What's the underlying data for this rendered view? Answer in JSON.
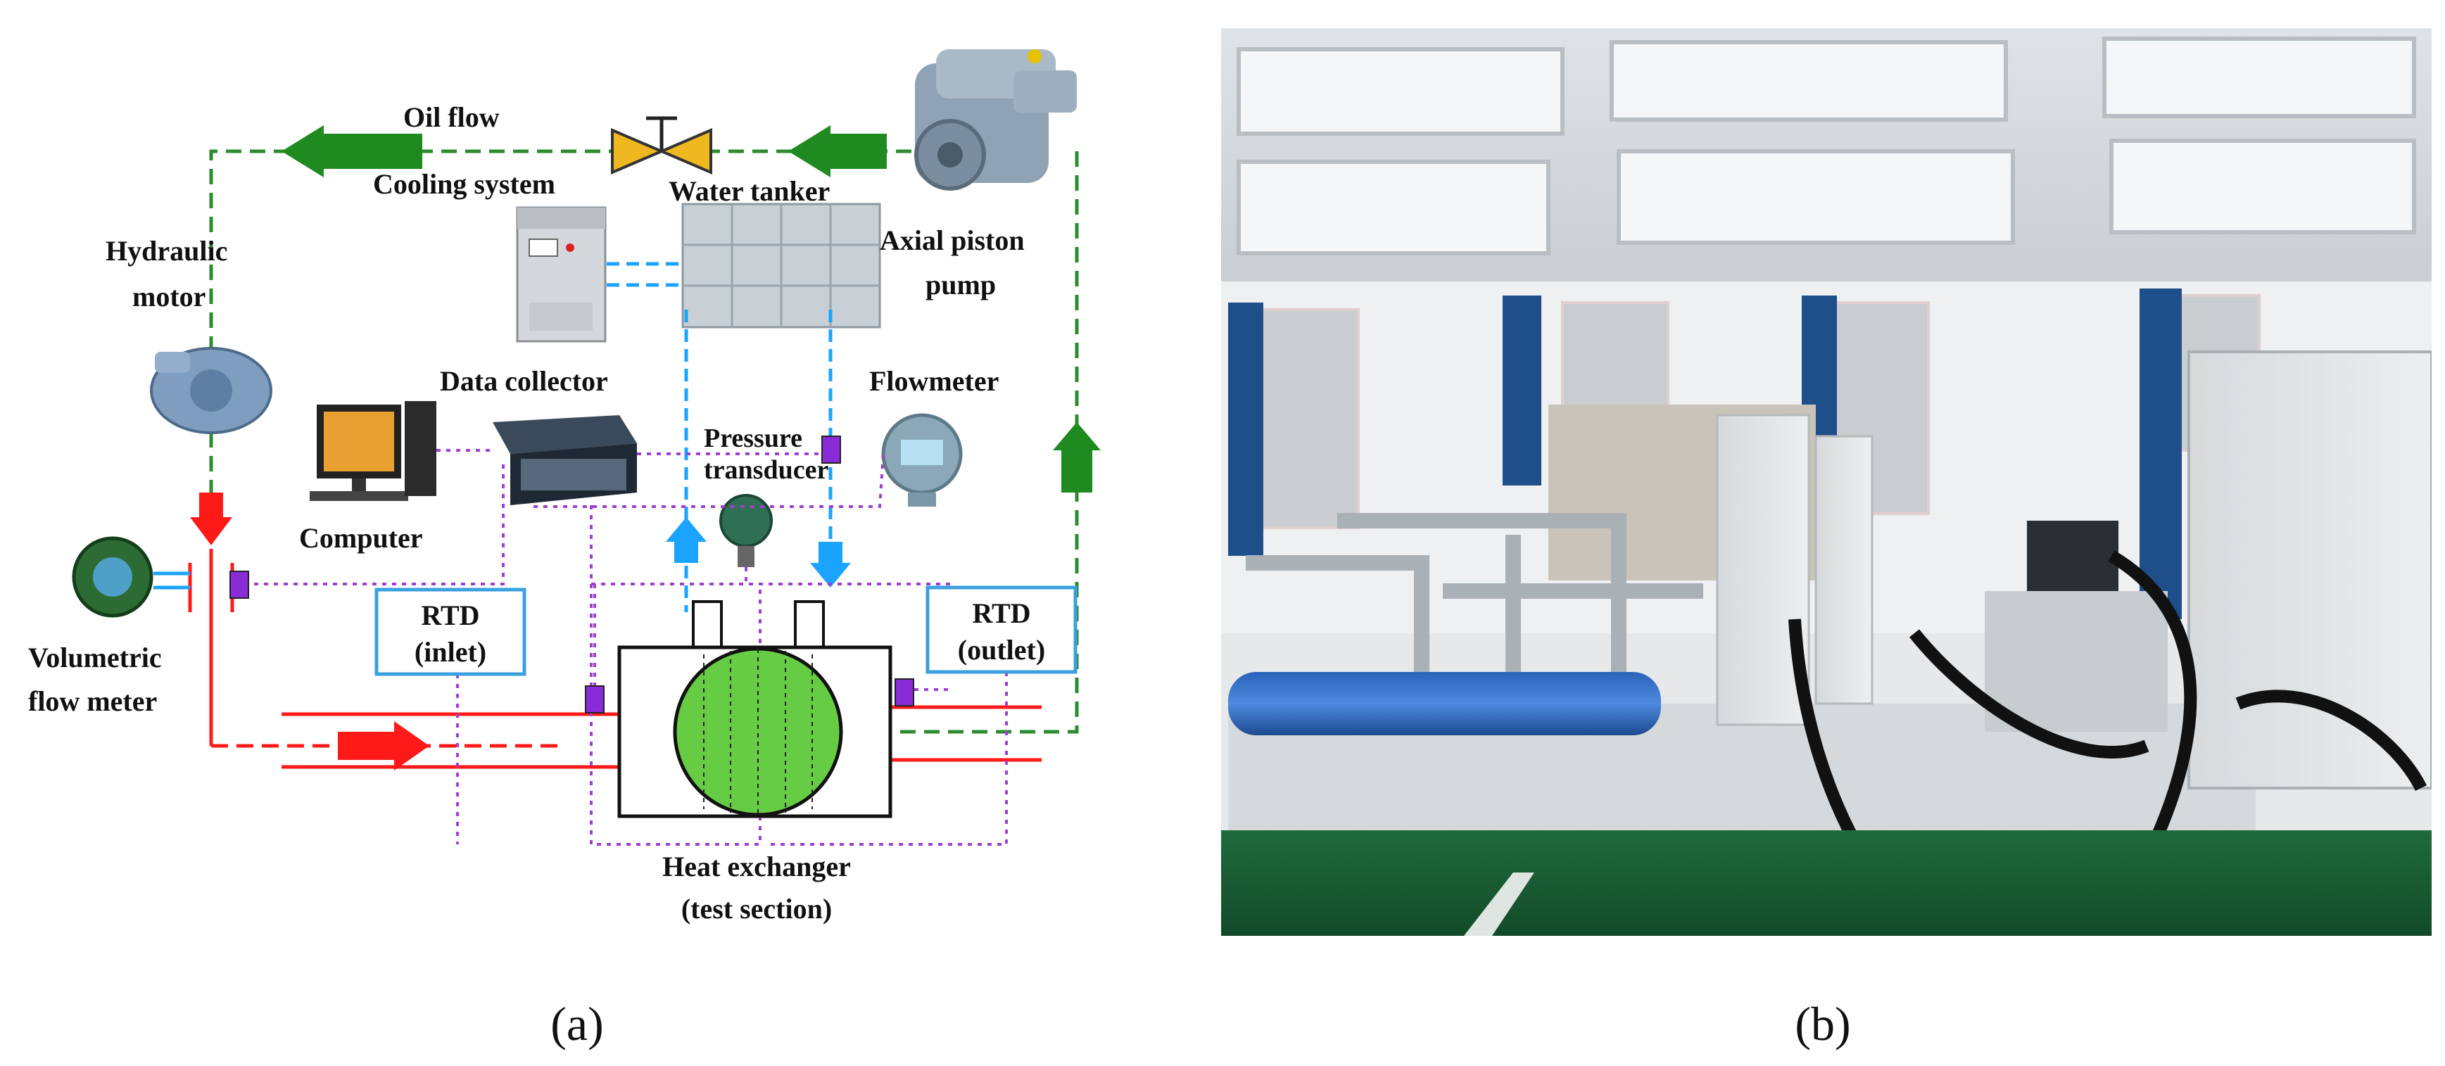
{
  "panel_a": {
    "labels": {
      "oil_flow": "Oil flow",
      "cooling_system": "Cooling system",
      "water_tanker": "Water tanker",
      "axial_piston_pump_1": "Axial piston",
      "axial_piston_pump_2": "pump",
      "hydraulic_motor_1": "Hydraulic",
      "hydraulic_motor_2": "motor",
      "data_collector": "Data collector",
      "flowmeter": "Flowmeter",
      "pressure_1": "Pressure",
      "pressure_2": "transducer",
      "computer": "Computer",
      "volumetric_1": "Volumetric",
      "volumetric_2": "flow meter",
      "rtd_inlet_1": "RTD",
      "rtd_inlet_2": "(inlet)",
      "rtd_outlet_1": "RTD",
      "rtd_outlet_2": "(outlet)",
      "heat_exchanger_1": "Heat exchanger",
      "heat_exchanger_2": "(test section)"
    },
    "caption": "(a)",
    "colors": {
      "oil_line": "#2e8b2e",
      "hot_line": "#ff1a1a",
      "water_line": "#1aa3ff",
      "signal_line": "#a040d0",
      "exchanger_fill": "#66cc44",
      "valve": "#f0b820"
    }
  },
  "panel_b": {
    "caption": "(b)"
  }
}
